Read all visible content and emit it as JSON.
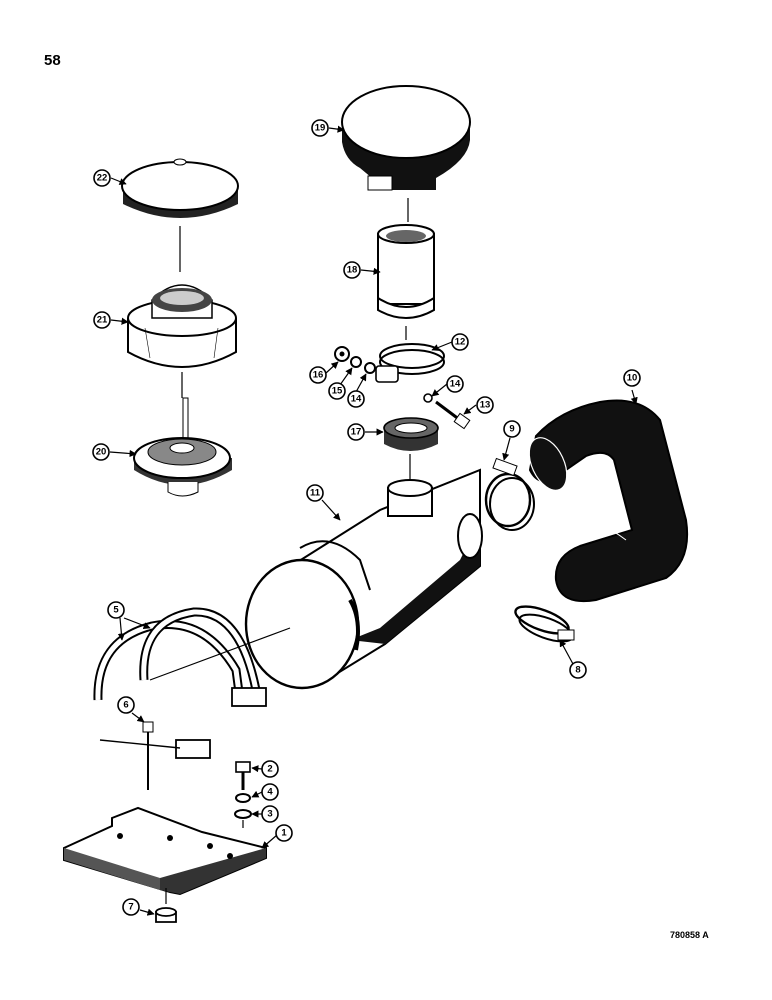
{
  "page_number": "58",
  "reference_code": "780858 A",
  "callouts": [
    "1",
    "2",
    "3",
    "4",
    "5",
    "6",
    "7",
    "8",
    "9",
    "10",
    "11",
    "12",
    "13",
    "14",
    "14",
    "15",
    "16",
    "17",
    "18",
    "19",
    "20",
    "21",
    "22"
  ]
}
